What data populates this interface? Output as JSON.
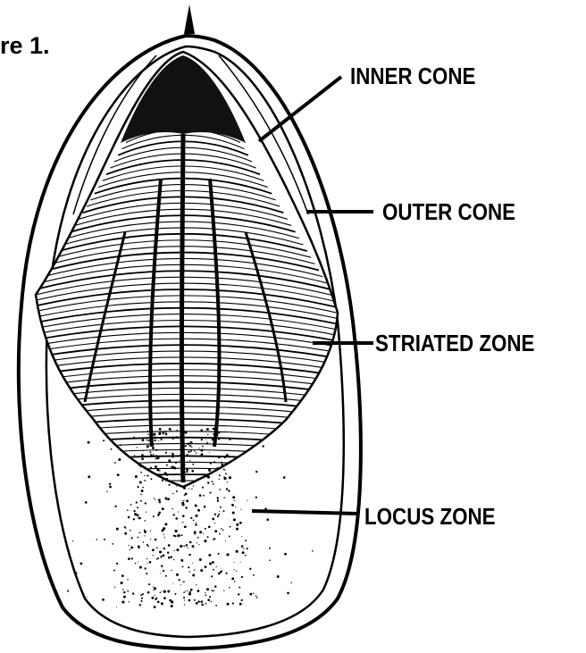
{
  "figure": {
    "caption_fragment": "re 1.",
    "labels": {
      "inner_cone": "INNER CONE",
      "outer_cone": "OUTER CONE",
      "striated_zone": "STRIATED  ZONE",
      "locus_zone": "LOCUS  ZONE"
    }
  },
  "colors": {
    "ink": "#000000",
    "paper": "#ffffff"
  }
}
